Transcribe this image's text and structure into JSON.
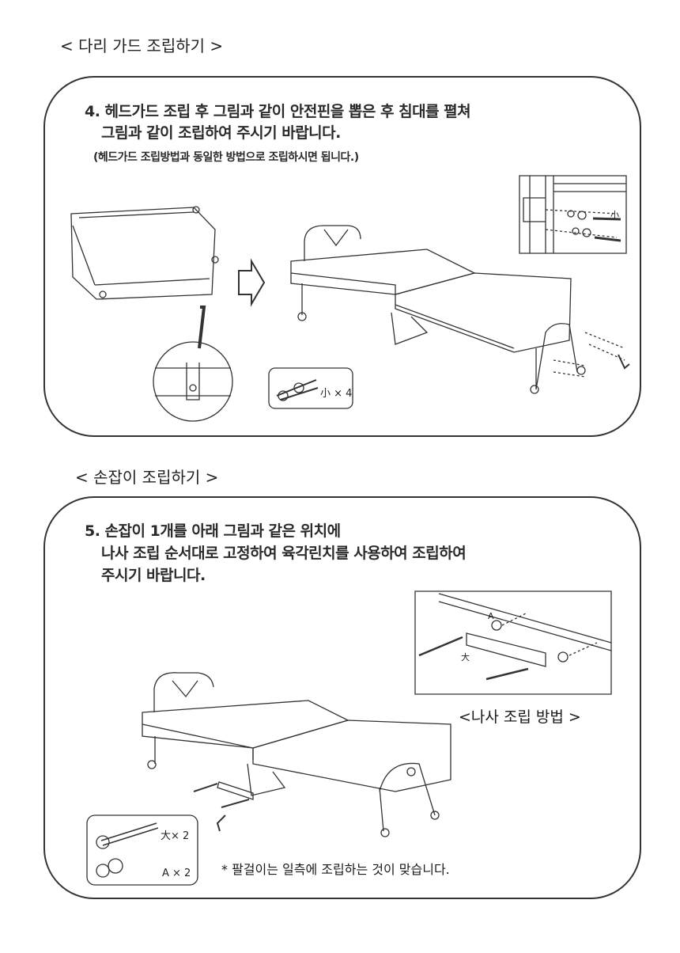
{
  "section1": {
    "heading": "< 다리 가드 조립하기 >",
    "step_line1": "4. 헤드가드 조립 후 그림과 같이 안전핀을 뽑은 후 침대를 펼쳐",
    "step_line2": "그림과 같이 조립하여 주시기 바랍니다.",
    "note": "(헤드가드 조립방법과 동일한 방법으로 조립하시면 됩니다.)",
    "parts_label": "小 × 4",
    "detail_label": "小"
  },
  "section2": {
    "heading": "< 손잡이 조립하기 >",
    "step_line1": "5. 손잡이 1개를 아래 그림과 같은 위치에",
    "step_line2": "나사 조립 순서대로 고정하여 육각린치를 사용하여 조립하여",
    "step_line3": "주시기 바랍니다.",
    "screw_method_caption": "<나사 조립 방법 >",
    "detail_label_big": "大",
    "detail_label_a": "A",
    "parts_bolt": "大× 2",
    "parts_spacer": "A × 2",
    "footnote": "* 팔걸이는 일측에 조립하는 것이 맞습니다."
  }
}
